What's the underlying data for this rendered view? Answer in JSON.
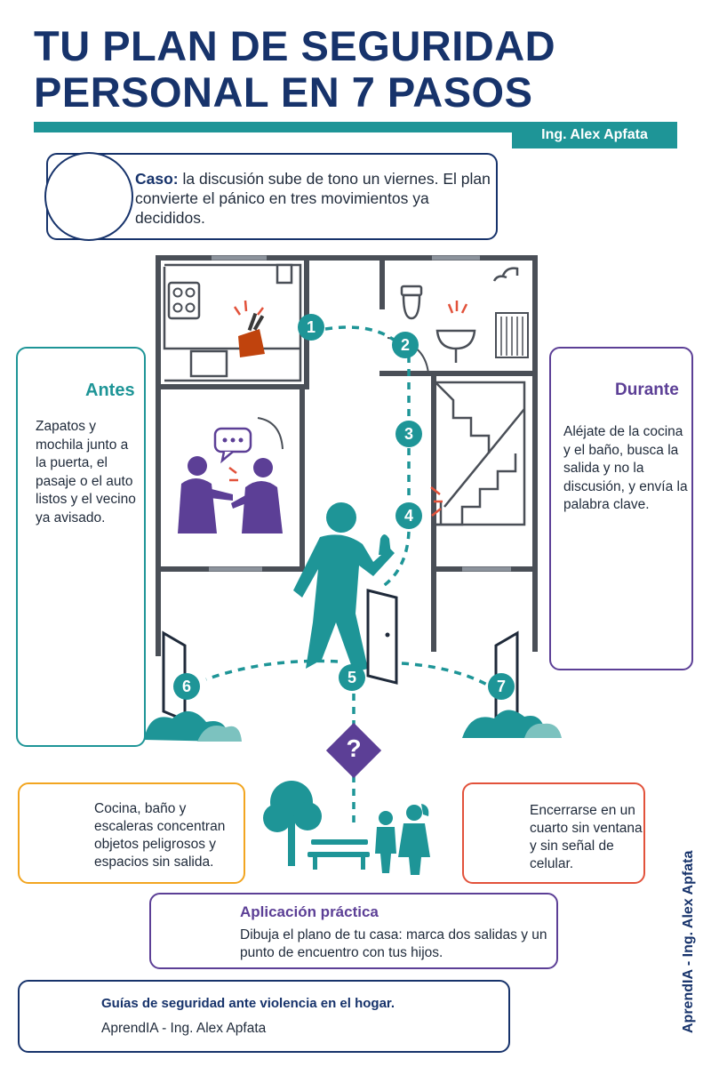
{
  "title": {
    "line1": "TU PLAN DE SEGURIDAD",
    "line2": "PERSONAL EN 7 PASOS"
  },
  "author": "Ing. Alex Apfata",
  "case": {
    "label": "Caso:",
    "text": " la discusión sube de tono un viernes. El plan convierte el pánico en tres movimientos ya decididos."
  },
  "antes": {
    "title": "Antes",
    "text": "Zapatos y mochila junto a la puerta, el pasaje o el auto listos y el vecino ya avisado."
  },
  "durante": {
    "title": "Durante",
    "text": "Aléjate de la cocina y el baño, busca la salida y no la discusión, y envía la palabra clave."
  },
  "steps": [
    "1",
    "2",
    "3",
    "4",
    "5",
    "6",
    "7"
  ],
  "question_mark": "?",
  "warning": {
    "text": "Cocina, baño y escaleras concentran objetos peligrosos y espacios sin salida."
  },
  "avoid": {
    "text": "Encerrarse en un cuarto sin ventana y sin señal de celular."
  },
  "practice": {
    "title": "Aplicación práctica",
    "text": "Dibuja el plano de tu casa: marca dos salidas y un punto de encuentro con tus hijos."
  },
  "guide": {
    "title": "Guías de seguridad ante violencia en el hogar.",
    "subtitle": "AprendIA - Ing. Alex Apfata"
  },
  "side_credit": "AprendIA - Ing. Alex Apfata",
  "colors": {
    "navy": "#17336b",
    "teal": "#1e9597",
    "purple": "#5c3f96",
    "orange": "#f2a520",
    "red": "#e2523b",
    "wall": "#4a4f57"
  },
  "icons": [
    "people-chat-icon",
    "calendar-check-icon",
    "backpack-icon",
    "shoe-icon",
    "key-icon",
    "car-icon",
    "neighbor-house-icon",
    "clock-icon",
    "phone-icon",
    "key-message-icon",
    "warning-icon",
    "x-circle-icon",
    "pencil-icon",
    "book-icon",
    "knife-block-icon",
    "stove-icon",
    "toilet-icon",
    "shower-icon",
    "sink-icon",
    "stairs-icon",
    "tree-icon",
    "bench-icon",
    "children-icon"
  ]
}
